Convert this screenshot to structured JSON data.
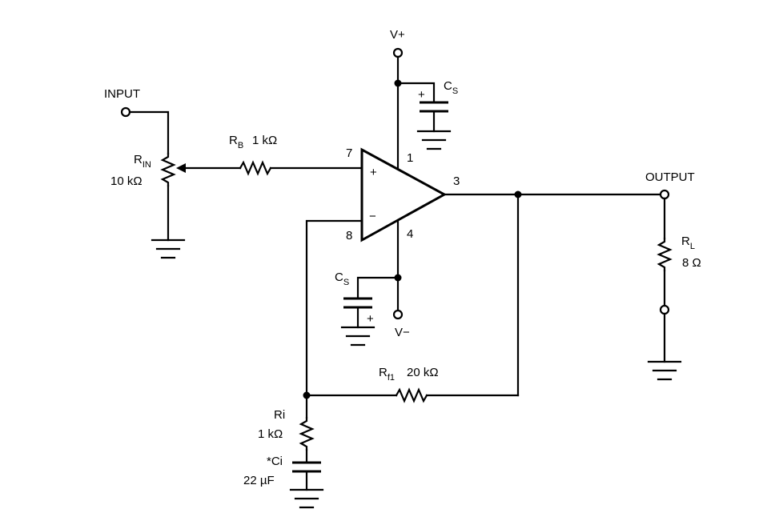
{
  "labels": {
    "vplus": "V+",
    "vminus": "V−",
    "input": "INPUT",
    "output": "OUTPUT",
    "rin_main": "R",
    "rin_sub": "IN",
    "rin_value": "10 kΩ",
    "rb_main": "R",
    "rb_sub": "B",
    "rb_value": "1 kΩ",
    "cs_top_main": "C",
    "cs_top_sub": "S",
    "cs_bot_main": "C",
    "cs_bot_sub": "S",
    "rl_main": "R",
    "rl_sub": "L",
    "rl_value": "8 Ω",
    "rf_main": "R",
    "rf_sub": "f1",
    "rf_value": "20 kΩ",
    "ri_name": "Ri",
    "ri_value": "1 kΩ",
    "ci_name": "*Ci",
    "ci_value": "22 µF",
    "pin1": "1",
    "pin3": "3",
    "pin4": "4",
    "pin7": "7",
    "pin8": "8",
    "plus_sign": "+",
    "minus_sign": "−",
    "cap_plus": "+"
  }
}
